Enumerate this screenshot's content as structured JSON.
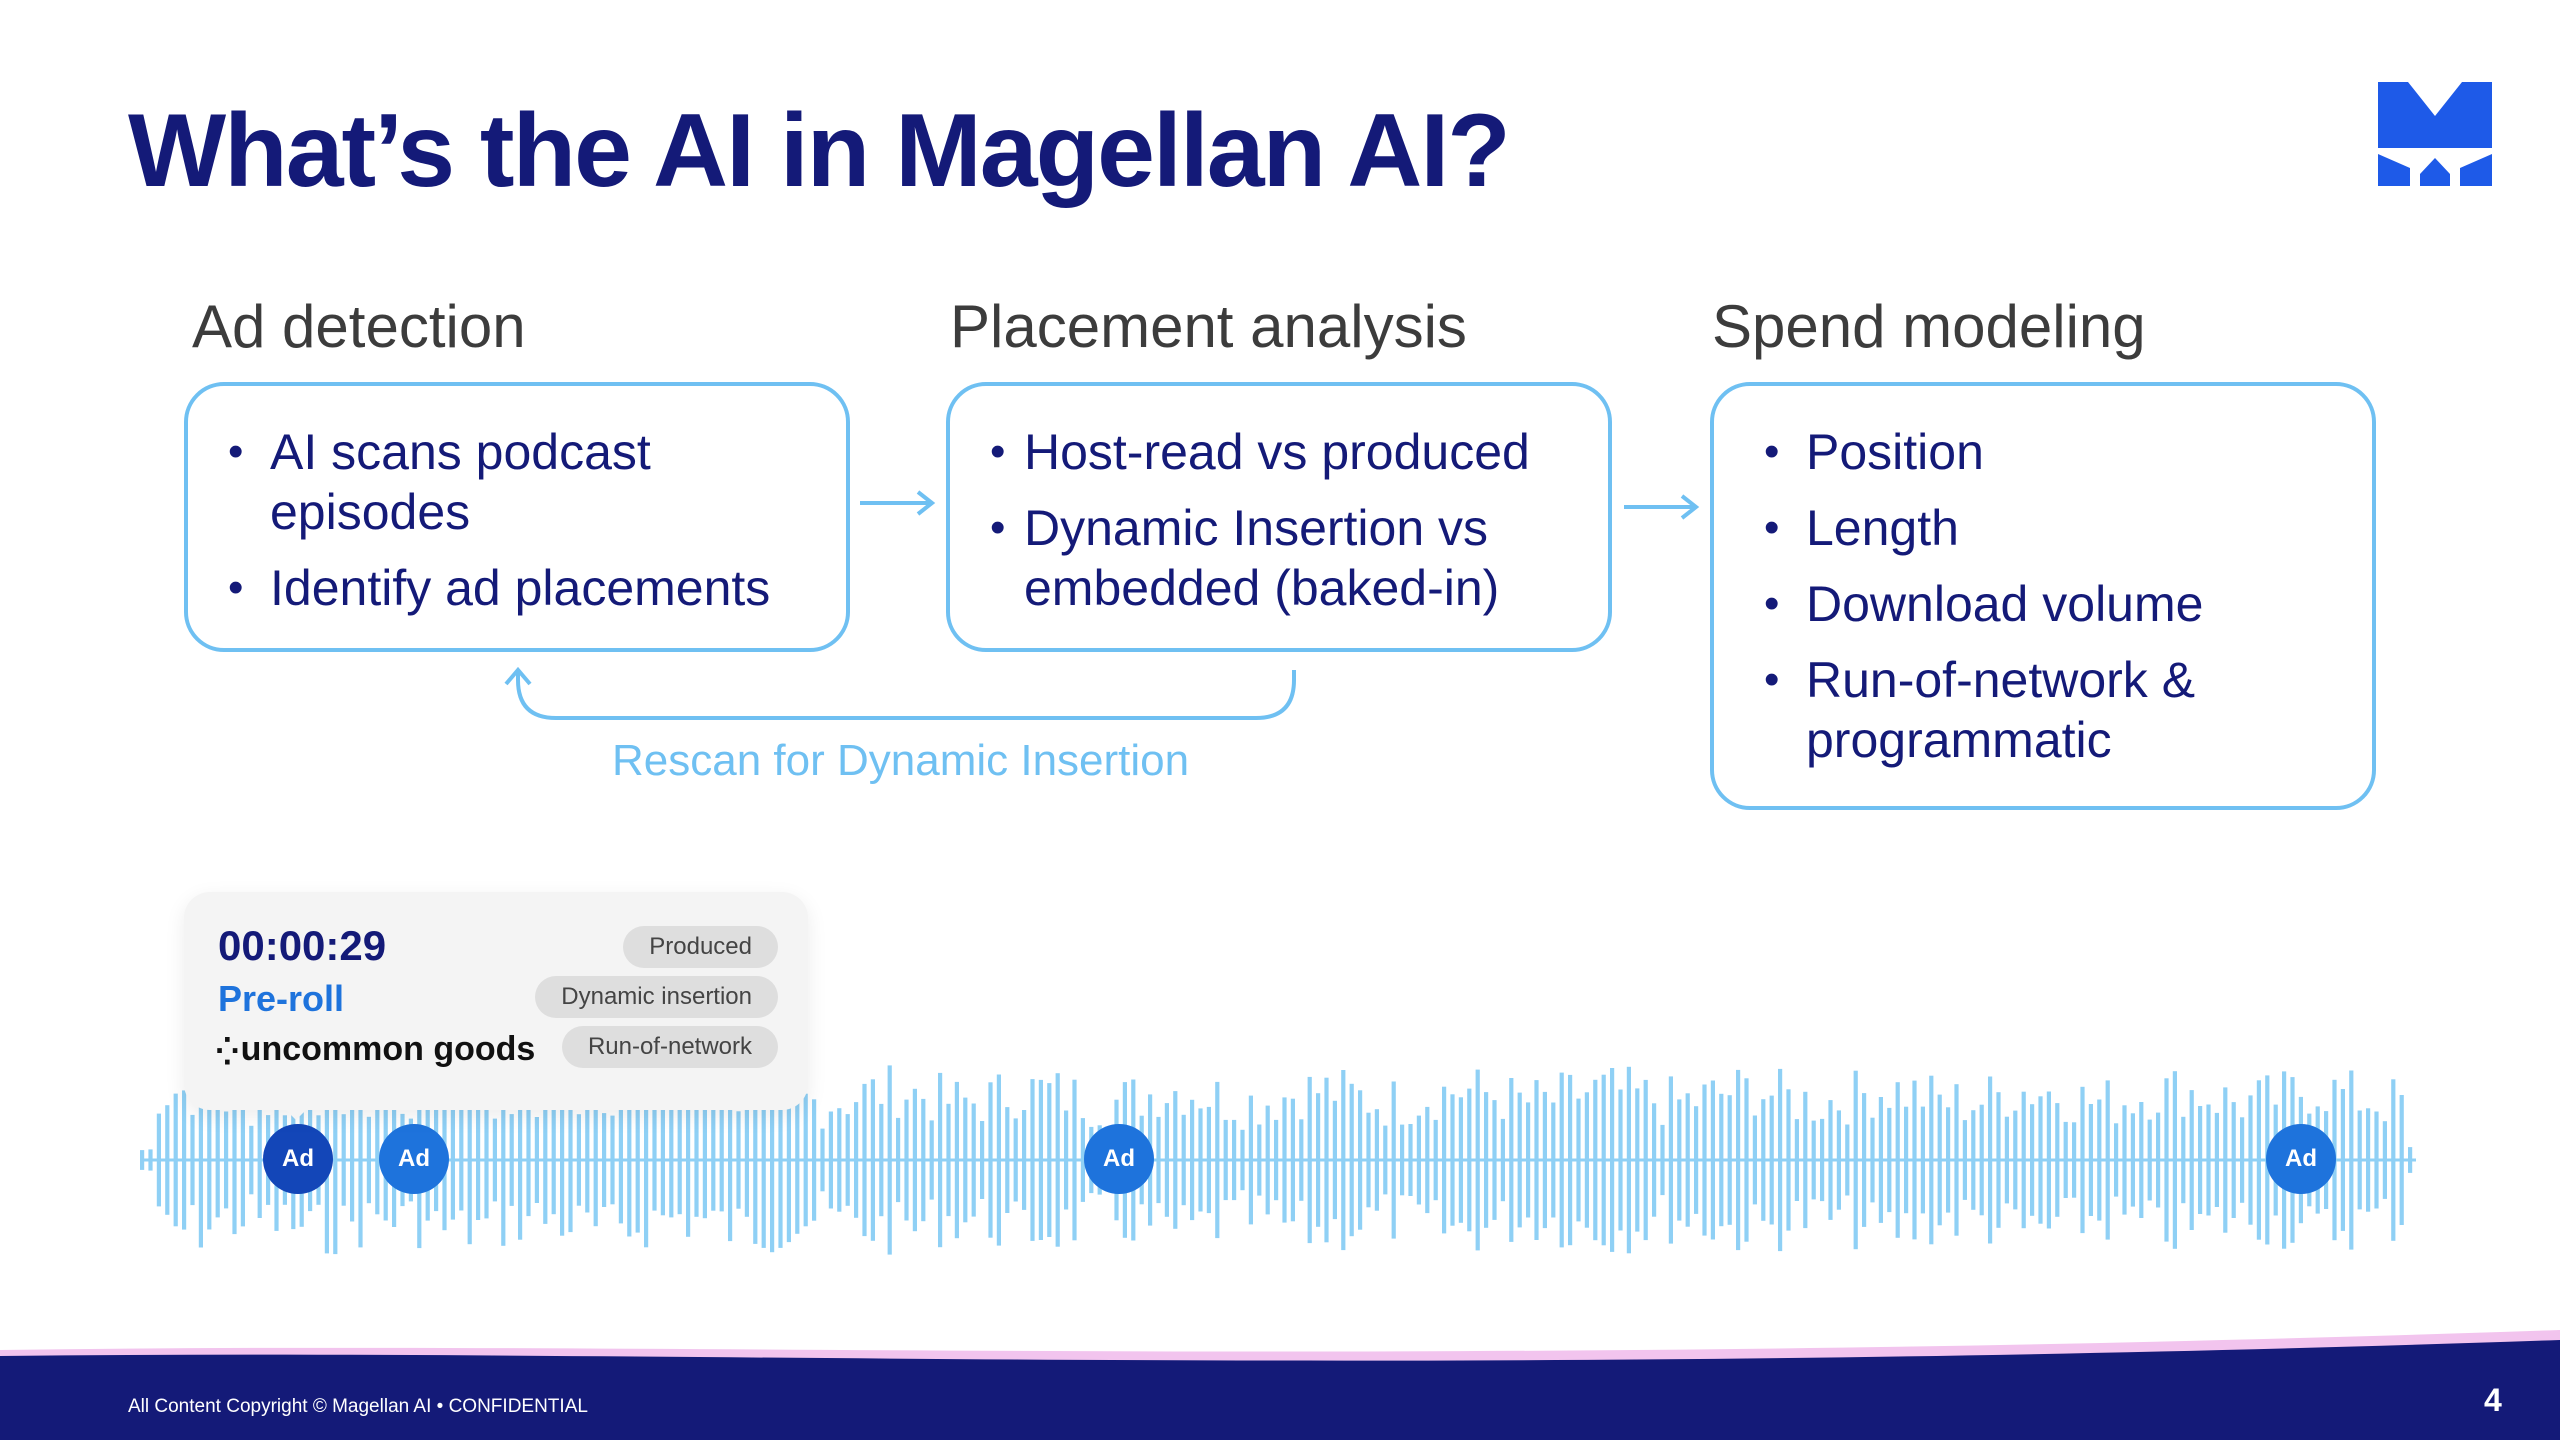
{
  "slide": {
    "title": "What’s the AI in Magellan AI?",
    "page_number": "4",
    "footer": "All Content Copyright © Magellan AI • CONFIDENTIAL"
  },
  "logo": {
    "icon": "magellan-m-logo-icon",
    "color": "#1e5ae8"
  },
  "columns": [
    {
      "title": "Ad detection",
      "items": [
        "AI scans podcast episodes",
        "Identify ad placements"
      ]
    },
    {
      "title": "Placement analysis",
      "items": [
        "Host-read vs produced",
        "Dynamic Insertion vs embedded (baked-in)"
      ]
    },
    {
      "title": "Spend modeling",
      "items": [
        "Position",
        "Length",
        "Download volume",
        "Run-of-network & programmatic"
      ]
    }
  ],
  "rescan_label": "Rescan for Dynamic Insertion",
  "popup": {
    "timestamp": "00:00:29",
    "position": "Pre-roll",
    "brand": "uncommon goods",
    "tags": [
      "Produced",
      "Dynamic insertion",
      "Run-of-network"
    ]
  },
  "ad_markers": [
    {
      "label": "Ad",
      "active": true
    },
    {
      "label": "Ad",
      "active": false
    },
    {
      "label": "Ad",
      "active": false
    },
    {
      "label": "Ad",
      "active": false
    }
  ],
  "colors": {
    "title": "#141a78",
    "accent_light_blue": "#6fc0f2",
    "marker_blue": "#1e73dc",
    "marker_active": "#1346b8",
    "waveform": "#8fd0f5",
    "footer_navy": "#141a78",
    "footer_wave_pink": "#f2c4ee"
  }
}
